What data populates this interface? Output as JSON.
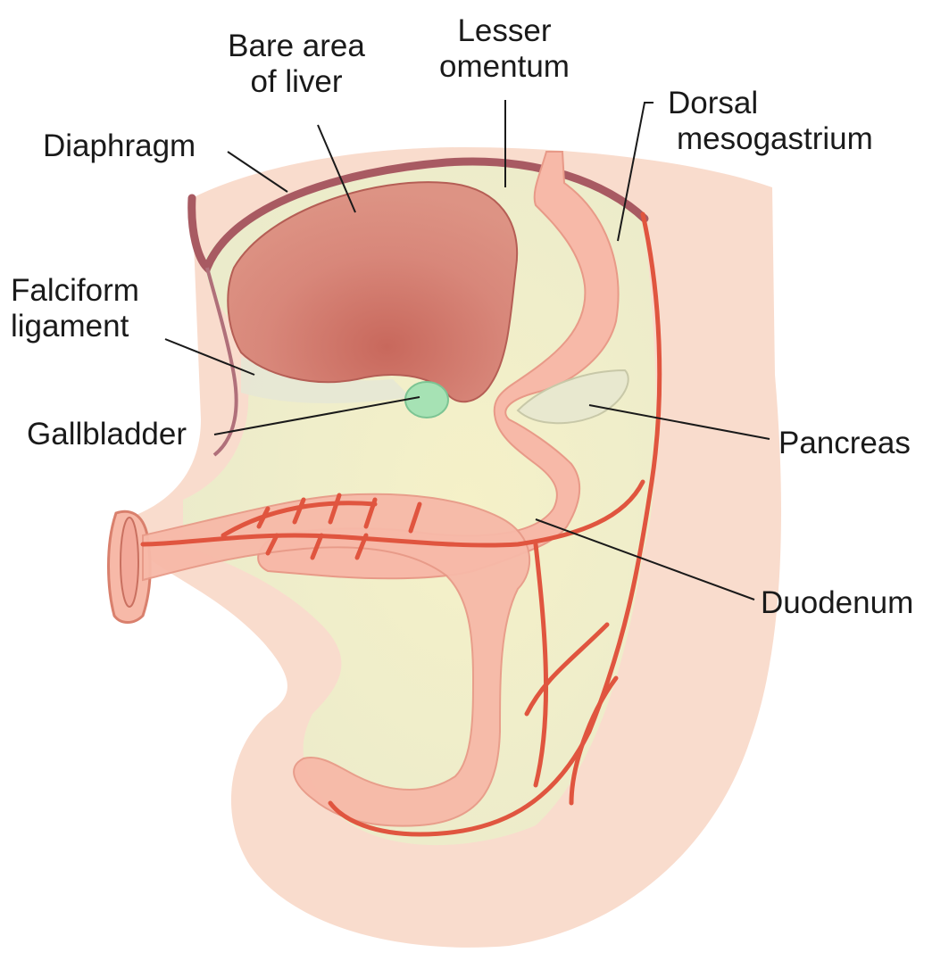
{
  "labels": {
    "bare_area": [
      "Bare area",
      "of liver"
    ],
    "lesser_omentum": [
      "Lesser",
      "omentum"
    ],
    "dorsal_mesogastrium": [
      "Dorsal",
      "mesogastrium"
    ],
    "diaphragm": "Diaphragm",
    "falciform": [
      "Falciform",
      "ligament"
    ],
    "gallbladder": "Gallbladder",
    "pancreas": "Pancreas",
    "duodenum": "Duodenum"
  },
  "colors": {
    "body_wall": "#f9dccd",
    "mesentery": "#f1efc6",
    "liver": "#d27c6c",
    "diaphragm": "#a85a62",
    "vessel": "#e0553f",
    "gut": "#f7b9a8",
    "gallbladder": "#a6e2b4",
    "pancreas": "#e8e8cf"
  }
}
